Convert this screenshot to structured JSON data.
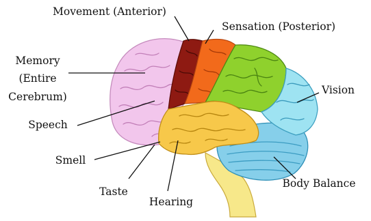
{
  "labels": {
    "movement": "Movement (Anterior)",
    "sensation": "Sensation (Posterior)",
    "memory_line1": "Memory",
    "memory_line2": "(Entire",
    "memory_line3": "Cerebrum)",
    "vision": "Vision",
    "speech": "Speech",
    "smell": "Smell",
    "taste": "Taste",
    "hearing": "Hearing",
    "body_balance": "Body Balance"
  },
  "regions": [
    {
      "name": "cerebrum-memory",
      "color": "#f2c6ec"
    },
    {
      "name": "motor-cortex",
      "color": "#8e1a12"
    },
    {
      "name": "sensory-cortex",
      "color": "#f26a1b"
    },
    {
      "name": "parietal-lobe",
      "color": "#8fd12d"
    },
    {
      "name": "occipital-vision",
      "color": "#9ee3f2"
    },
    {
      "name": "temporal-lobe",
      "color": "#f7c84a"
    },
    {
      "name": "cerebellum-balance",
      "color": "#86cfea"
    },
    {
      "name": "brain-stem",
      "color": "#f7e88a"
    }
  ]
}
